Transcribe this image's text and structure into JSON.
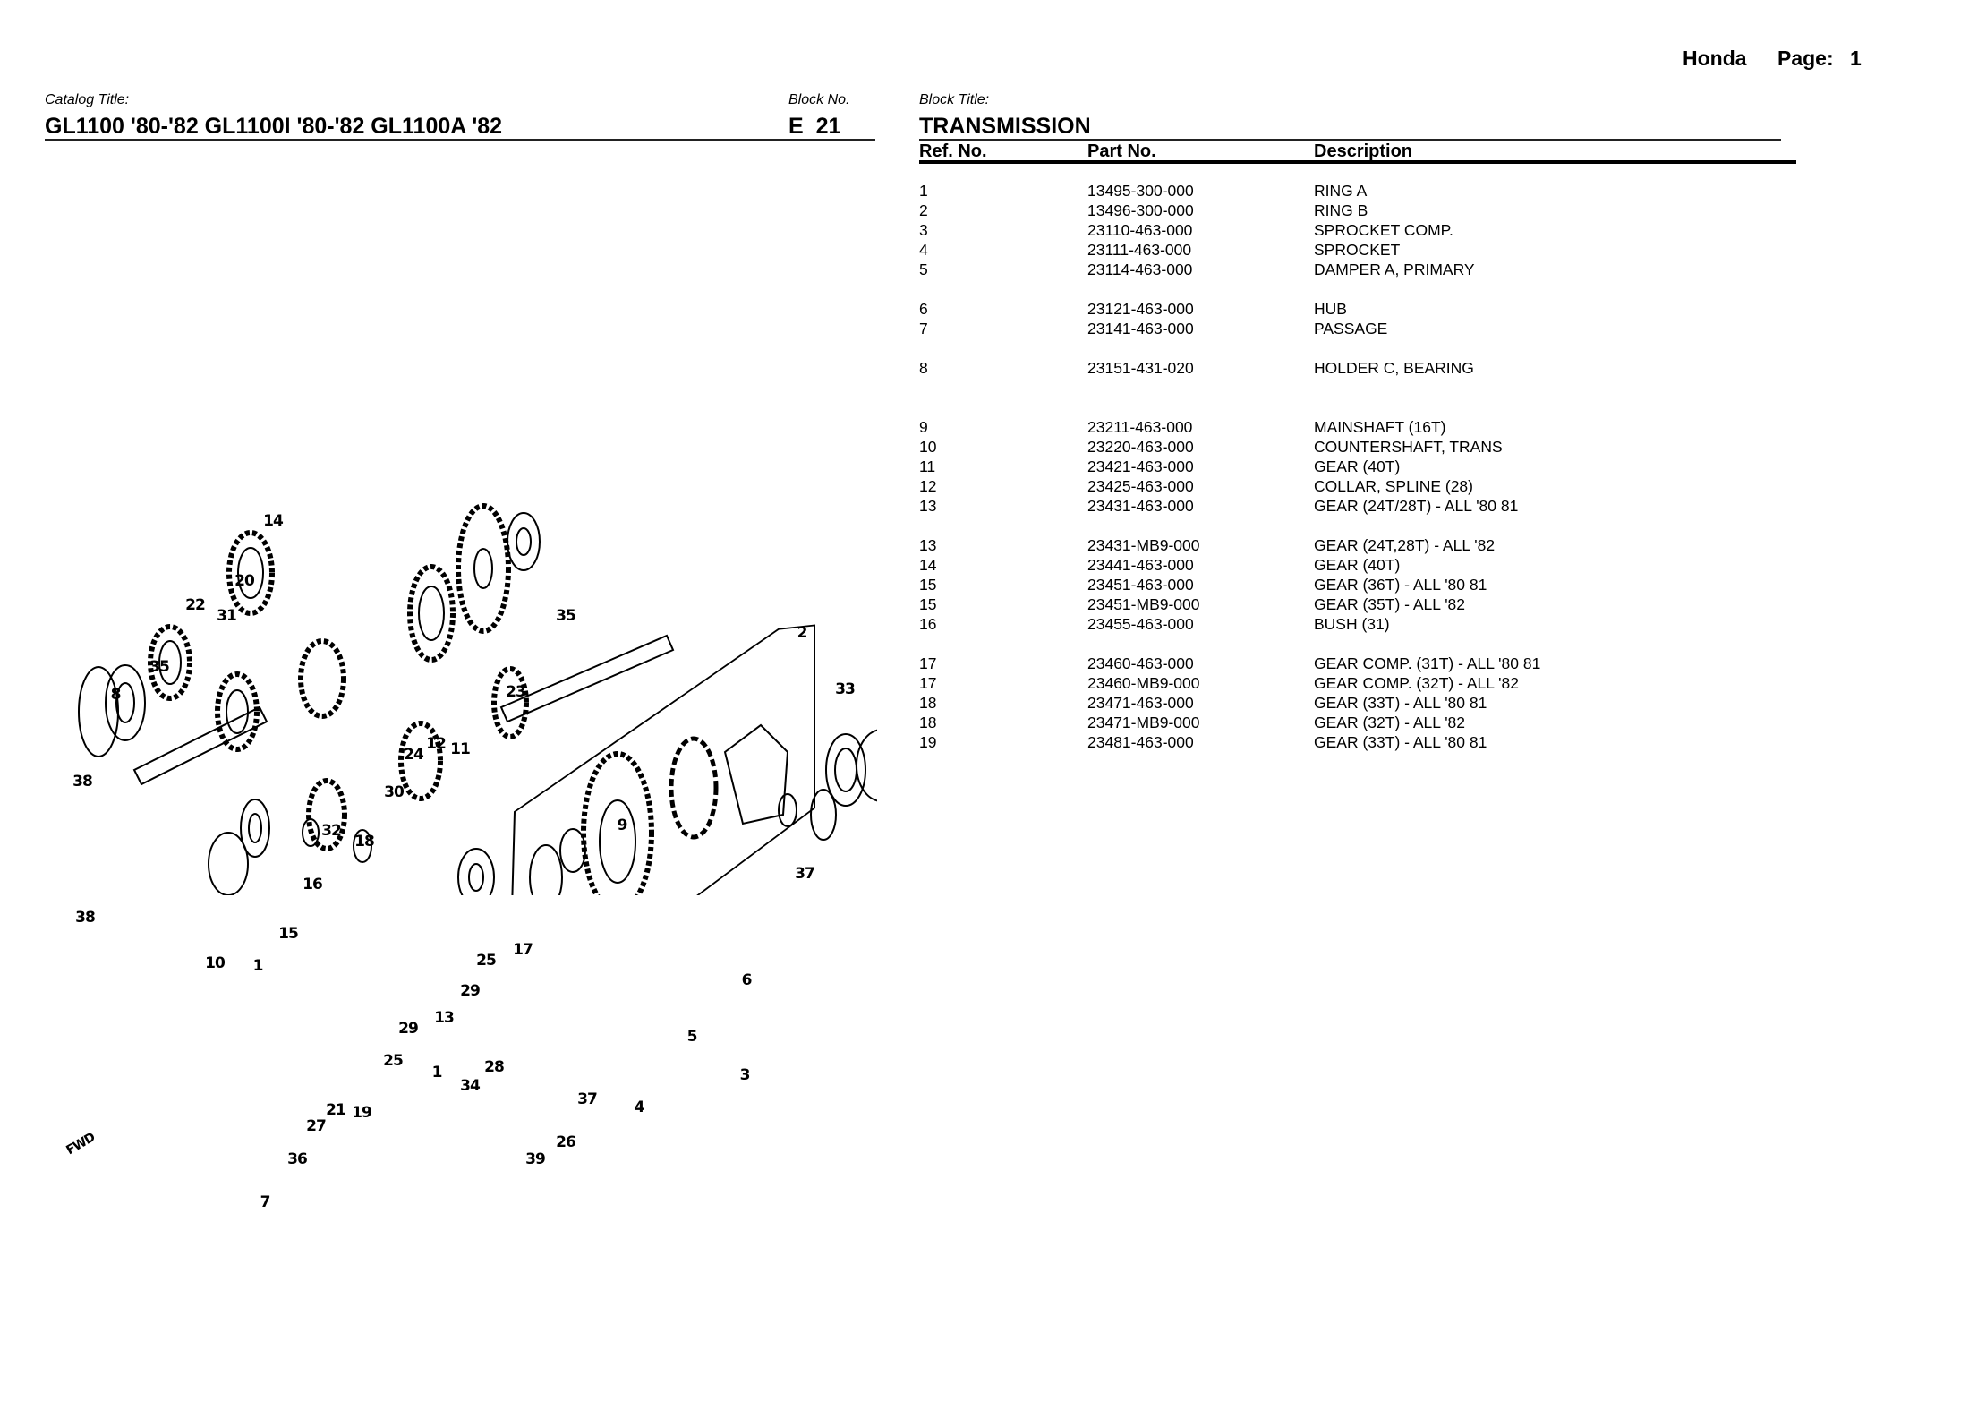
{
  "header": {
    "brand": "Honda",
    "page_label": "Page:",
    "page_number": "1"
  },
  "catalog": {
    "label": "Catalog Title:",
    "title": "GL1100 '80-'82 GL1100I '80-'82 GL1100A '82"
  },
  "block_no": {
    "label": "Block No.",
    "value": "E  21"
  },
  "block_title": {
    "label": "Block Title:",
    "value": "TRANSMISSION"
  },
  "table": {
    "columns": [
      "Ref. No.",
      "Part No.",
      "Description"
    ],
    "groups": [
      [
        {
          "ref": "1",
          "part": "13495-300-000",
          "desc": "RING A"
        },
        {
          "ref": "2",
          "part": "13496-300-000",
          "desc": "RING B"
        },
        {
          "ref": "3",
          "part": "23110-463-000",
          "desc": "SPROCKET COMP."
        },
        {
          "ref": "4",
          "part": "23111-463-000",
          "desc": "SPROCKET"
        },
        {
          "ref": "5",
          "part": "23114-463-000",
          "desc": "DAMPER A, PRIMARY"
        }
      ],
      [
        {
          "ref": "6",
          "part": "23121-463-000",
          "desc": "HUB"
        },
        {
          "ref": "7",
          "part": "23141-463-000",
          "desc": "PASSAGE"
        }
      ],
      [
        {
          "ref": "8",
          "part": "23151-431-020",
          "desc": "HOLDER C, BEARING"
        }
      ],
      [
        {
          "ref": "9",
          "part": "23211-463-000",
          "desc": "MAINSHAFT (16T)"
        },
        {
          "ref": "10",
          "part": "23220-463-000",
          "desc": "COUNTERSHAFT, TRANS"
        },
        {
          "ref": "11",
          "part": "23421-463-000",
          "desc": "GEAR (40T)"
        },
        {
          "ref": "12",
          "part": "23425-463-000",
          "desc": "COLLAR, SPLINE (28)"
        },
        {
          "ref": "13",
          "part": "23431-463-000",
          "desc": "GEAR (24T/28T)  - ALL '80 81"
        }
      ],
      [
        {
          "ref": "13",
          "part": "23431-MB9-000",
          "desc": "GEAR (24T,28T)  - ALL '82"
        },
        {
          "ref": "14",
          "part": "23441-463-000",
          "desc": "GEAR (40T)"
        },
        {
          "ref": "15",
          "part": "23451-463-000",
          "desc": "GEAR (36T) - ALL '80 81"
        },
        {
          "ref": "15",
          "part": "23451-MB9-000",
          "desc": "GEAR (35T) - ALL '82"
        },
        {
          "ref": "16",
          "part": "23455-463-000",
          "desc": "BUSH (31)"
        }
      ],
      [
        {
          "ref": "17",
          "part": "23460-463-000",
          "desc": "GEAR COMP. (31T)  - ALL '80 81"
        },
        {
          "ref": "17",
          "part": "23460-MB9-000",
          "desc": "GEAR COMP. (32T)  - ALL '82"
        },
        {
          "ref": "18",
          "part": "23471-463-000",
          "desc": "GEAR (33T) - ALL '80 81"
        },
        {
          "ref": "18",
          "part": "23471-MB9-000",
          "desc": "GEAR (32T)  - ALL '82"
        },
        {
          "ref": "19",
          "part": "23481-463-000",
          "desc": "GEAR (33T) - ALL '80 81"
        }
      ]
    ]
  },
  "diagram": {
    "callouts": [
      "14",
      "20",
      "22",
      "31",
      "35",
      "8",
      "38",
      "38",
      "10",
      "15",
      "16",
      "32",
      "18",
      "30",
      "24",
      "12",
      "11",
      "23",
      "35",
      "2",
      "33",
      "9",
      "37",
      "17",
      "25",
      "29",
      "6",
      "13",
      "29",
      "25",
      "1",
      "5",
      "3",
      "28",
      "1",
      "34",
      "37",
      "4",
      "26",
      "39",
      "21",
      "19",
      "27",
      "36",
      "7"
    ],
    "fwd_label": "FWD"
  }
}
